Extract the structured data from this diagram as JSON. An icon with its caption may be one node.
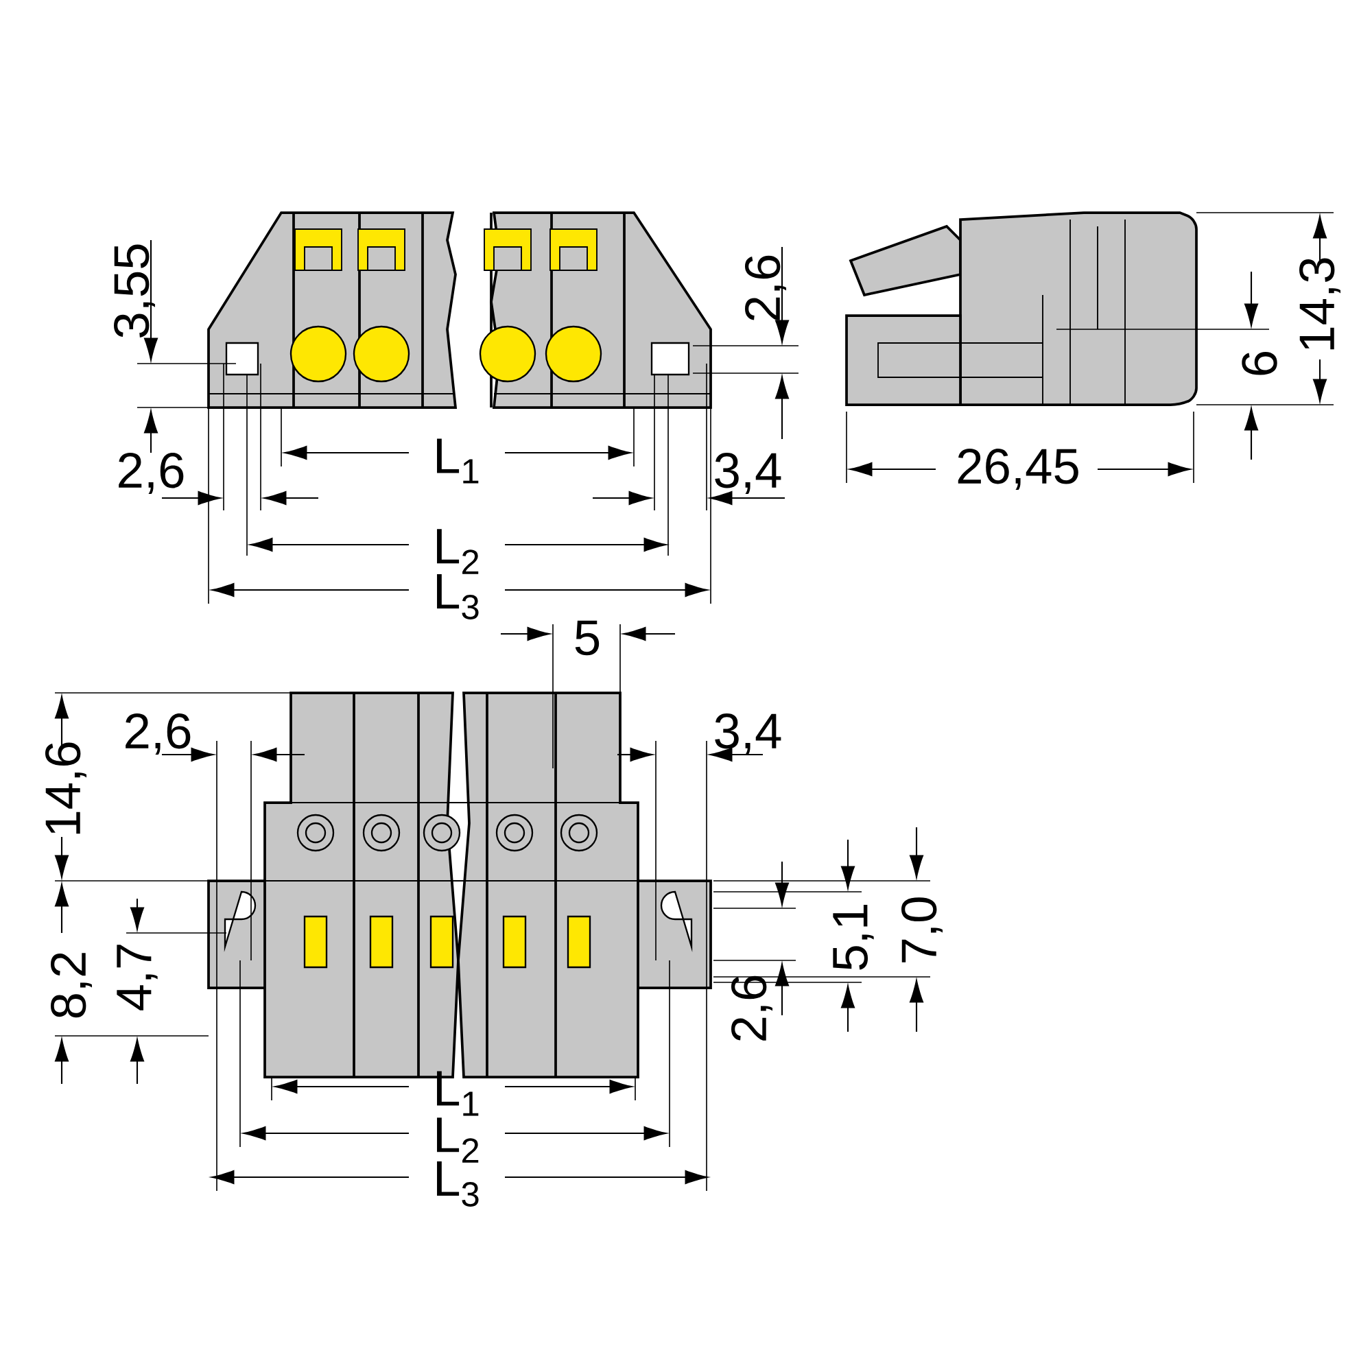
{
  "diagram": {
    "labels": [
      "3,55",
      "2,6",
      "14,3",
      "6",
      "2,6",
      "L$_{1}$",
      "3,4",
      "26,45",
      "L$_{2}$",
      "L$_{3}$",
      "5",
      "2,6",
      "3,4",
      "14,6",
      "5,1",
      "7,0",
      "8,2",
      "4,7",
      "2,6",
      "L$_{1}$",
      "L$_{2}$",
      "L$_{3}$"
    ]
  }
}
